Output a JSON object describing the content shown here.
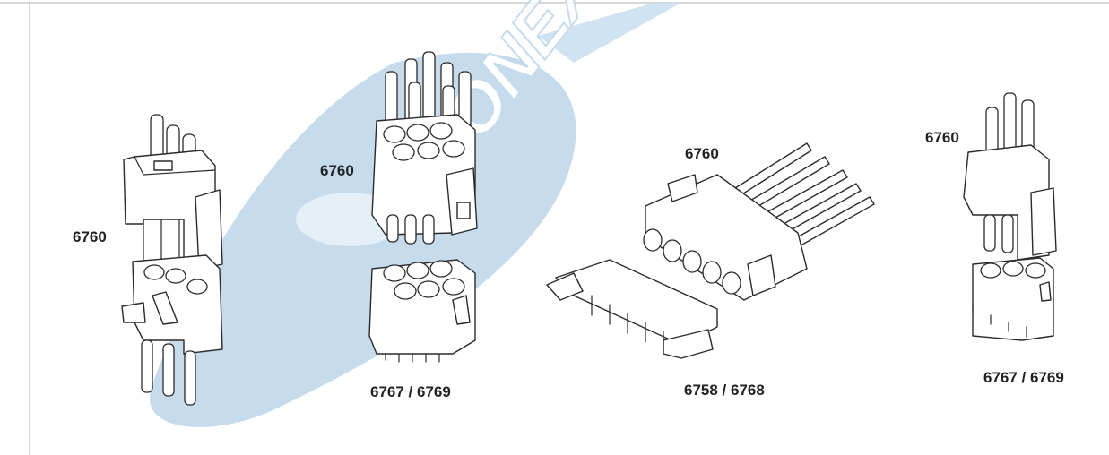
{
  "labels": {
    "a_top": "6760",
    "b_top": "6760",
    "b_bottom": "6767 / 6769",
    "c_top": "6760",
    "c_bottom": "6758 / 6768",
    "d_top": "6760",
    "d_bottom": "6767 / 6769"
  },
  "watermark": {
    "text": "ONEX",
    "color": "#bcd6ea"
  },
  "colors": {
    "line": "#2a2a2a",
    "frame": "#b0b0b0",
    "background": "#ffffff"
  }
}
